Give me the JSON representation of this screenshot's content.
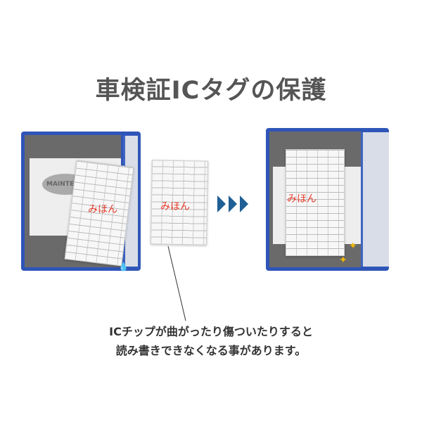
{
  "title": "車検証ICタグの保護",
  "left_image": {
    "booklet_label": "MAINTEN",
    "stamp": "みほん"
  },
  "center_image": {
    "stamp": "みほん"
  },
  "right_image": {
    "stamp": "みほん"
  },
  "arrow_icon": "triple-chevron-right",
  "arrow_color": "#1f5f95",
  "caption": {
    "line1": "ICチップが曲がったり傷ついたりすると",
    "line2": "読み書きできなくなる事があります。"
  }
}
